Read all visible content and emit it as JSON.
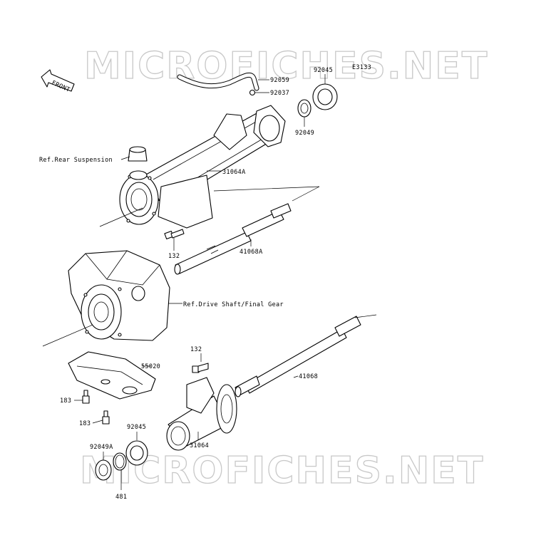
{
  "diagram": {
    "code": "E3133",
    "front_indicator": "FRONT",
    "watermark": "MICROFICHES.NET",
    "callouts": {
      "p92059": "92059",
      "p92037": "92037",
      "p92045_top": "92045",
      "p92049": "92049",
      "ref_rear_suspension": "Ref.Rear Suspension",
      "p31064A": "31064A",
      "p132_top": "132",
      "p41068A": "41068A",
      "ref_drive_shaft": "Ref.Drive Shaft/Final Gear",
      "p132_bottom": "132",
      "p55020": "55020",
      "p41068": "41068",
      "p183_a": "183",
      "p183_b": "183",
      "p92045_bottom": "92045",
      "p31064": "31064",
      "p92049A": "92049A",
      "p481": "481"
    }
  }
}
